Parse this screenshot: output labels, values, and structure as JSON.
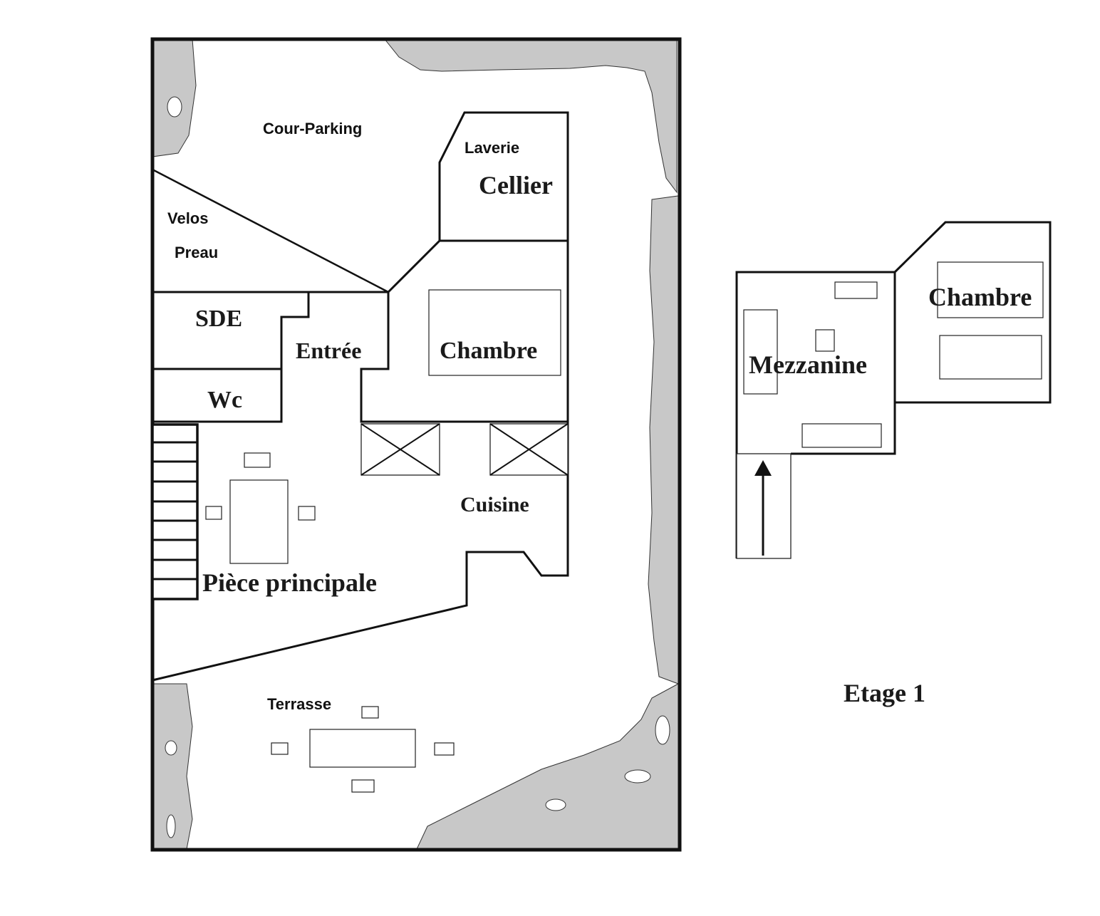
{
  "labels": {
    "cour_parking": "Cour-Parking",
    "laverie": "Laverie",
    "cellier": "Cellier",
    "velos": "Velos",
    "preau": "Preau",
    "sde": "SDE",
    "entree": "Entrée",
    "chambre_rdc": "Chambre",
    "wc": "Wc",
    "cuisine": "Cuisine",
    "piece_principale": "Pièce principale",
    "terrasse": "Terrasse",
    "mezzanine": "Mezzanine",
    "chambre_etage": "Chambre",
    "etage": "Etage 1"
  }
}
